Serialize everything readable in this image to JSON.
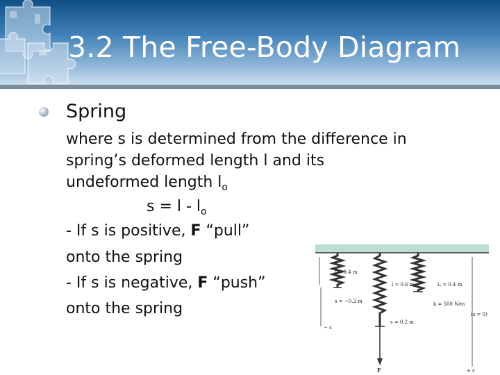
{
  "slide": {
    "title": "3.2 The Free-Body Diagram",
    "bullet": "Spring",
    "line1": "where s is determined from the difference in",
    "line2": "spring’s deformed length l and its",
    "line3_prefix": "undeformed length l",
    "line3_sub": "o",
    "eq_prefix": "s = l - l",
    "eq_sub": "o",
    "pos_prefix": "- If s is positive, ",
    "pos_bold": "F",
    "pos_suffix": " “pull”",
    "pos_cont": "onto the spring",
    "neg_prefix": "- If s is negative, ",
    "neg_bold": "F",
    "neg_suffix": " “push”",
    "neg_cont": "onto the spring"
  },
  "figure": {
    "l_label": "l = 0.4 m",
    "s_neg_label": "s = −0.2 m",
    "l_mid_label": "l = 0.6 m",
    "s_pos_label": "s = 0.2 m",
    "l0_label": "l₀ = 0.4 m",
    "k_label": "k = 500 N/m",
    "zero_label": "(s = 0)",
    "minus_s": "− s",
    "plus_s": "+ s",
    "force_label": "F"
  }
}
